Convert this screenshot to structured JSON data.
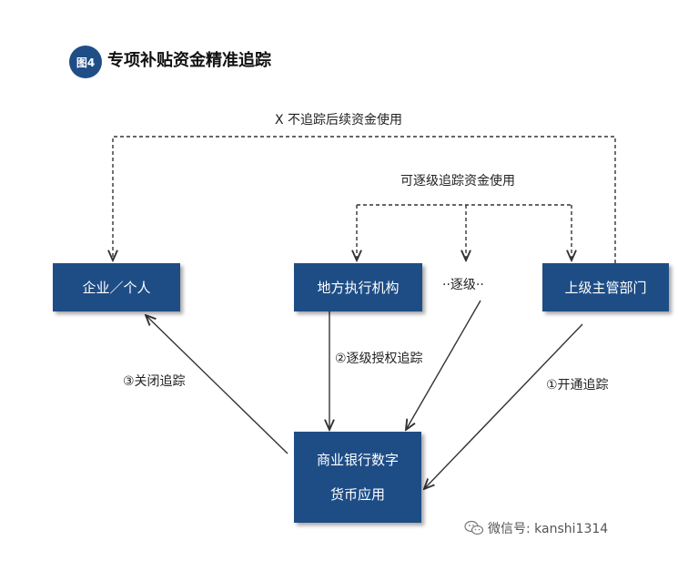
{
  "figure": {
    "badge": "图4",
    "title": "专项补贴资金精准追踪"
  },
  "nodes": {
    "enterprise": "企业／个人",
    "local_agency": "地方执行机构",
    "superior_dept": "上级主管部门",
    "bank_line1": "商业银行数字",
    "bank_line2": "货币应用"
  },
  "labels": {
    "no_tracking": "X 不追踪后续资金使用",
    "can_track": "可逐级追踪资金使用",
    "step_by_step": "··逐级··",
    "step_auth": "②逐级授权追踪",
    "close_tracking": "③关闭追踪",
    "open_tracking": "①开通追踪"
  },
  "watermark": {
    "text": "微信号: kanshi1314",
    "icon": "wechat-icon"
  },
  "colors": {
    "box_fill": "#1e4d86",
    "line": "#333333"
  }
}
